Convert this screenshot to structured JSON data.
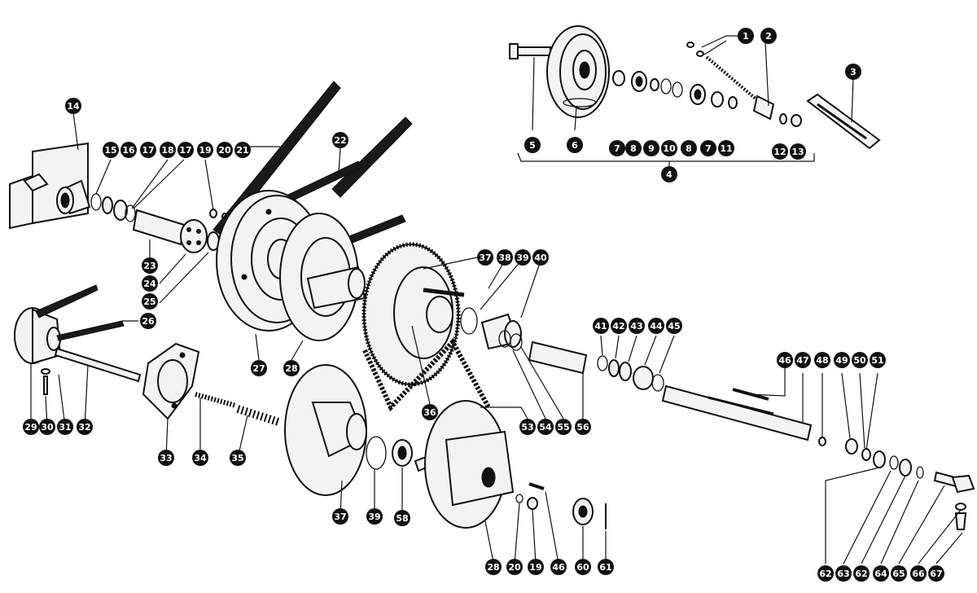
{
  "callouts": [
    {
      "n": "1"
    },
    {
      "n": "2"
    },
    {
      "n": "3"
    },
    {
      "n": "4"
    },
    {
      "n": "5"
    },
    {
      "n": "6"
    },
    {
      "n": "7"
    },
    {
      "n": "8"
    },
    {
      "n": "9"
    },
    {
      "n": "10"
    },
    {
      "n": "8"
    },
    {
      "n": "7"
    },
    {
      "n": "11"
    },
    {
      "n": "12"
    },
    {
      "n": "13"
    },
    {
      "n": "14"
    },
    {
      "n": "15"
    },
    {
      "n": "16"
    },
    {
      "n": "17"
    },
    {
      "n": "18"
    },
    {
      "n": "17"
    },
    {
      "n": "19"
    },
    {
      "n": "20"
    },
    {
      "n": "21"
    },
    {
      "n": "22"
    },
    {
      "n": "23"
    },
    {
      "n": "24"
    },
    {
      "n": "25"
    },
    {
      "n": "26"
    },
    {
      "n": "27"
    },
    {
      "n": "28"
    },
    {
      "n": "29"
    },
    {
      "n": "30"
    },
    {
      "n": "31"
    },
    {
      "n": "32"
    },
    {
      "n": "33"
    },
    {
      "n": "34"
    },
    {
      "n": "35"
    },
    {
      "n": "36"
    },
    {
      "n": "37"
    },
    {
      "n": "38"
    },
    {
      "n": "39"
    },
    {
      "n": "40"
    },
    {
      "n": "41"
    },
    {
      "n": "42"
    },
    {
      "n": "43"
    },
    {
      "n": "44"
    },
    {
      "n": "45"
    },
    {
      "n": "46"
    },
    {
      "n": "47"
    },
    {
      "n": "48"
    },
    {
      "n": "49"
    },
    {
      "n": "50"
    },
    {
      "n": "51"
    },
    {
      "n": "53"
    },
    {
      "n": "54"
    },
    {
      "n": "55"
    },
    {
      "n": "56"
    },
    {
      "n": "37"
    },
    {
      "n": "39"
    },
    {
      "n": "58"
    },
    {
      "n": "28"
    },
    {
      "n": "20"
    },
    {
      "n": "19"
    },
    {
      "n": "46"
    },
    {
      "n": "60"
    },
    {
      "n": "61"
    },
    {
      "n": "62"
    },
    {
      "n": "63"
    },
    {
      "n": "62"
    },
    {
      "n": "64"
    },
    {
      "n": "65"
    },
    {
      "n": "66"
    },
    {
      "n": "67"
    }
  ],
  "colors": {
    "ink": "#111111",
    "paper": "#ffffff"
  }
}
